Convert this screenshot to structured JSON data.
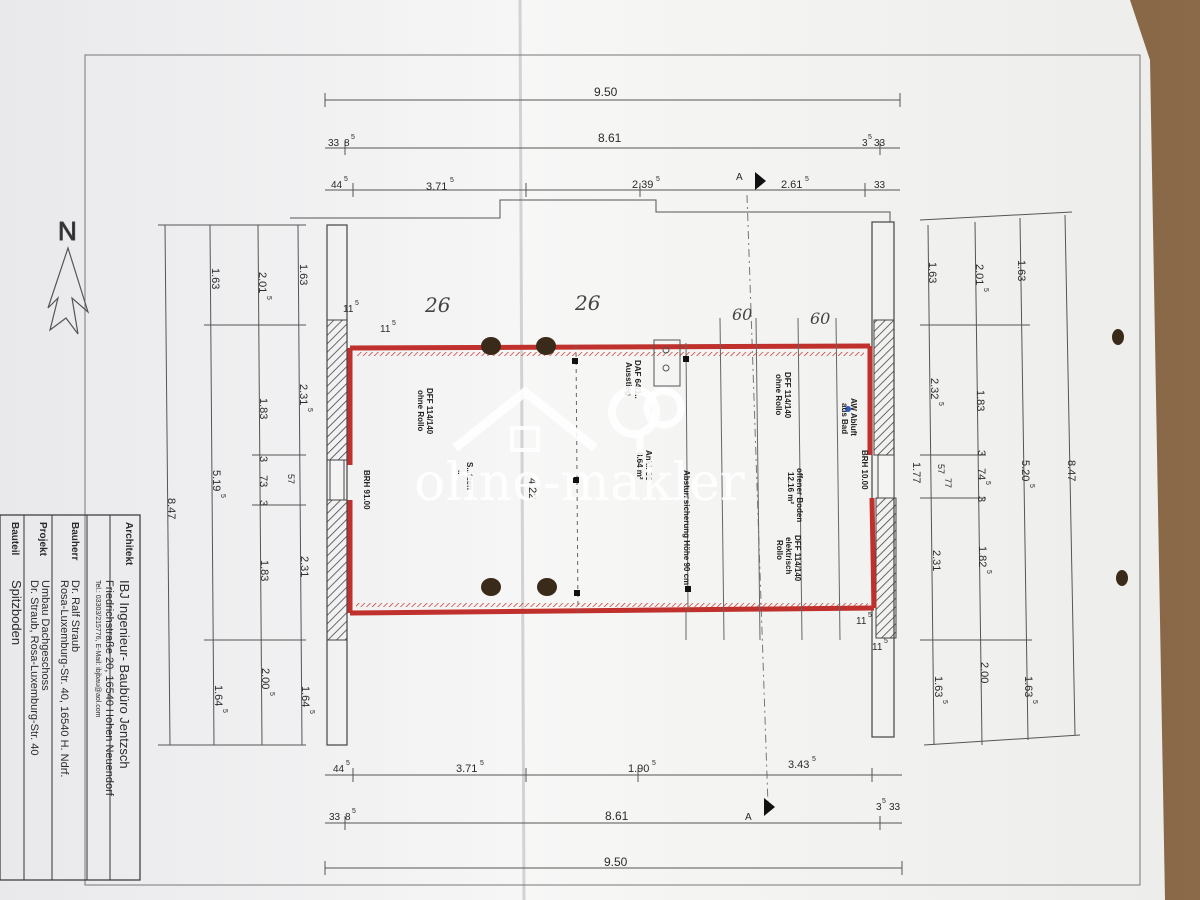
{
  "watermark": {
    "text": "ohne-makler"
  },
  "north": {
    "label": "N"
  },
  "section_marker": {
    "label": "A"
  },
  "dims_top": {
    "overall": "9.50",
    "inner": "8.61",
    "left_small_a": "33",
    "left_small_b": "8",
    "left_small_b_sup": "5",
    "right_small_a": "3",
    "right_small_a_sup": "5",
    "right_small_b": "33",
    "seg1": "44",
    "seg1_sup": "5",
    "seg2": "3.71",
    "seg2_sup": "5",
    "seg3": "2.39",
    "seg3_sup": "5",
    "seg4": "2.61",
    "seg4_sup": "5",
    "seg5": "33"
  },
  "dims_bottom": {
    "overall": "9.50",
    "inner": "8.61",
    "left_small_a": "33",
    "left_small_b": "8",
    "left_small_b_sup": "5",
    "right_small_a": "3",
    "right_small_a_sup": "5",
    "right_small_b": "33",
    "seg1": "44",
    "seg1_sup": "5",
    "seg2": "3.71",
    "seg2_sup": "5",
    "seg3": "1.90",
    "seg3_sup": "5",
    "seg4": "3.43",
    "seg4_sup": "5"
  },
  "dims_left": {
    "col1_total": "8.47",
    "col2_a": "1.63",
    "col2_b": "5.19",
    "col2_b_sup": "5",
    "col2_c": "1.64",
    "col2_c_sup": "5",
    "col3_a": "2.01",
    "col3_a_sup": "5",
    "col3_b": "1.83",
    "col3_c": "73",
    "col3_d": "1.83",
    "col3_e": "2.00",
    "col3_e_sup": "5",
    "col3_small": "3",
    "col4_a": "1.63",
    "col4_b": "2.31",
    "col4_b_sup": "5",
    "col4_c": "57",
    "col4_d": "2.31",
    "col4_e": "1.64",
    "col4_e_sup": "5",
    "wall_a": "11",
    "wall_a_sup": "5",
    "wall_b": "11",
    "wall_b_sup": "5"
  },
  "dims_right": {
    "col1_a": "1.63",
    "col1_b": "2.32",
    "col1_b_sup": "5",
    "col1_c": "1.77",
    "col1_d": "2.31",
    "col1_e": "1.63",
    "col1_e_sup": "5",
    "col2_a": "2.01",
    "col2_a_sup": "5",
    "col2_b": "1.83",
    "col2_c": "74",
    "col2_c_sup": "5",
    "col2_d": "1.82",
    "col2_d_sup": "5",
    "col2_e": "2.00",
    "col2_small": "3",
    "col3_a": "1.63",
    "col3_b": "5.20",
    "col3_b_sup": "5",
    "col3_c": "1.63",
    "col3_c_sup": "5",
    "col4_total": "8.47",
    "small_a": "57",
    "small_b": "77",
    "wall_a": "11",
    "wall_a_sup": "5",
    "wall_b": "11",
    "wall_b_sup": "5"
  },
  "room_labels": {
    "dff_left_1": "DFF 114/140",
    "dff_left_2": "ohne Rollo",
    "brh_left": "BRH 91.00",
    "stuetzen_1": "S...tzen",
    "stuetzen_2": "...",
    "center_num": "4.22",
    "daf_1": "DAF 64/1..",
    "daf_2": "Ausstieg",
    "ankl_1": "Ankl. 36",
    "ankl_2": "8.64 m²",
    "absturz": "Absturzsicherung Höhe 90 cm",
    "dff_right_1": "DFF 114/140",
    "dff_right_2": "ohne Rollo",
    "offener_1": "offener Boden",
    "offener_2": "12.16 m²",
    "dff_el_1": "DFF 114/140",
    "dff_el_2": "elektrisch",
    "dff_el_3": "Rollo",
    "aw_1": "AW Abluft",
    "aw_2": "aus Bad",
    "brh_right": "BRH 10.00"
  },
  "handwritten": {
    "a": "26",
    "b": "26",
    "c": "60",
    "d": "60"
  },
  "title_block": {
    "architekt_label": "Architekt",
    "architekt_1": "IBJ Ingenieur- Baubüro Jentzsch",
    "architekt_2": "Friedrichstraße 20, 16540 Hohen Neuendorf",
    "architekt_3": "Tel.: 03303/215776, E-Mail: ibjbau@aol.com",
    "bauherr_label": "Bauherr",
    "bauherr_1": "Dr. Ralf Straub",
    "bauherr_2": "Rosa-Luxemburg-Str. 40, 16540 H. Ndrf.",
    "projekt_label": "Projekt",
    "projekt_1": "Umbau Dachgeschoss",
    "projekt_2": "Dr. Straub, Rosa-Luxemburg-Str. 40",
    "bauteil_label": "Bauteil",
    "bauteil_1": "Spitzboden"
  },
  "colors": {
    "wall_red": "#c0302c",
    "paper": "#f4f4f2",
    "line": "#3a3a3a"
  }
}
